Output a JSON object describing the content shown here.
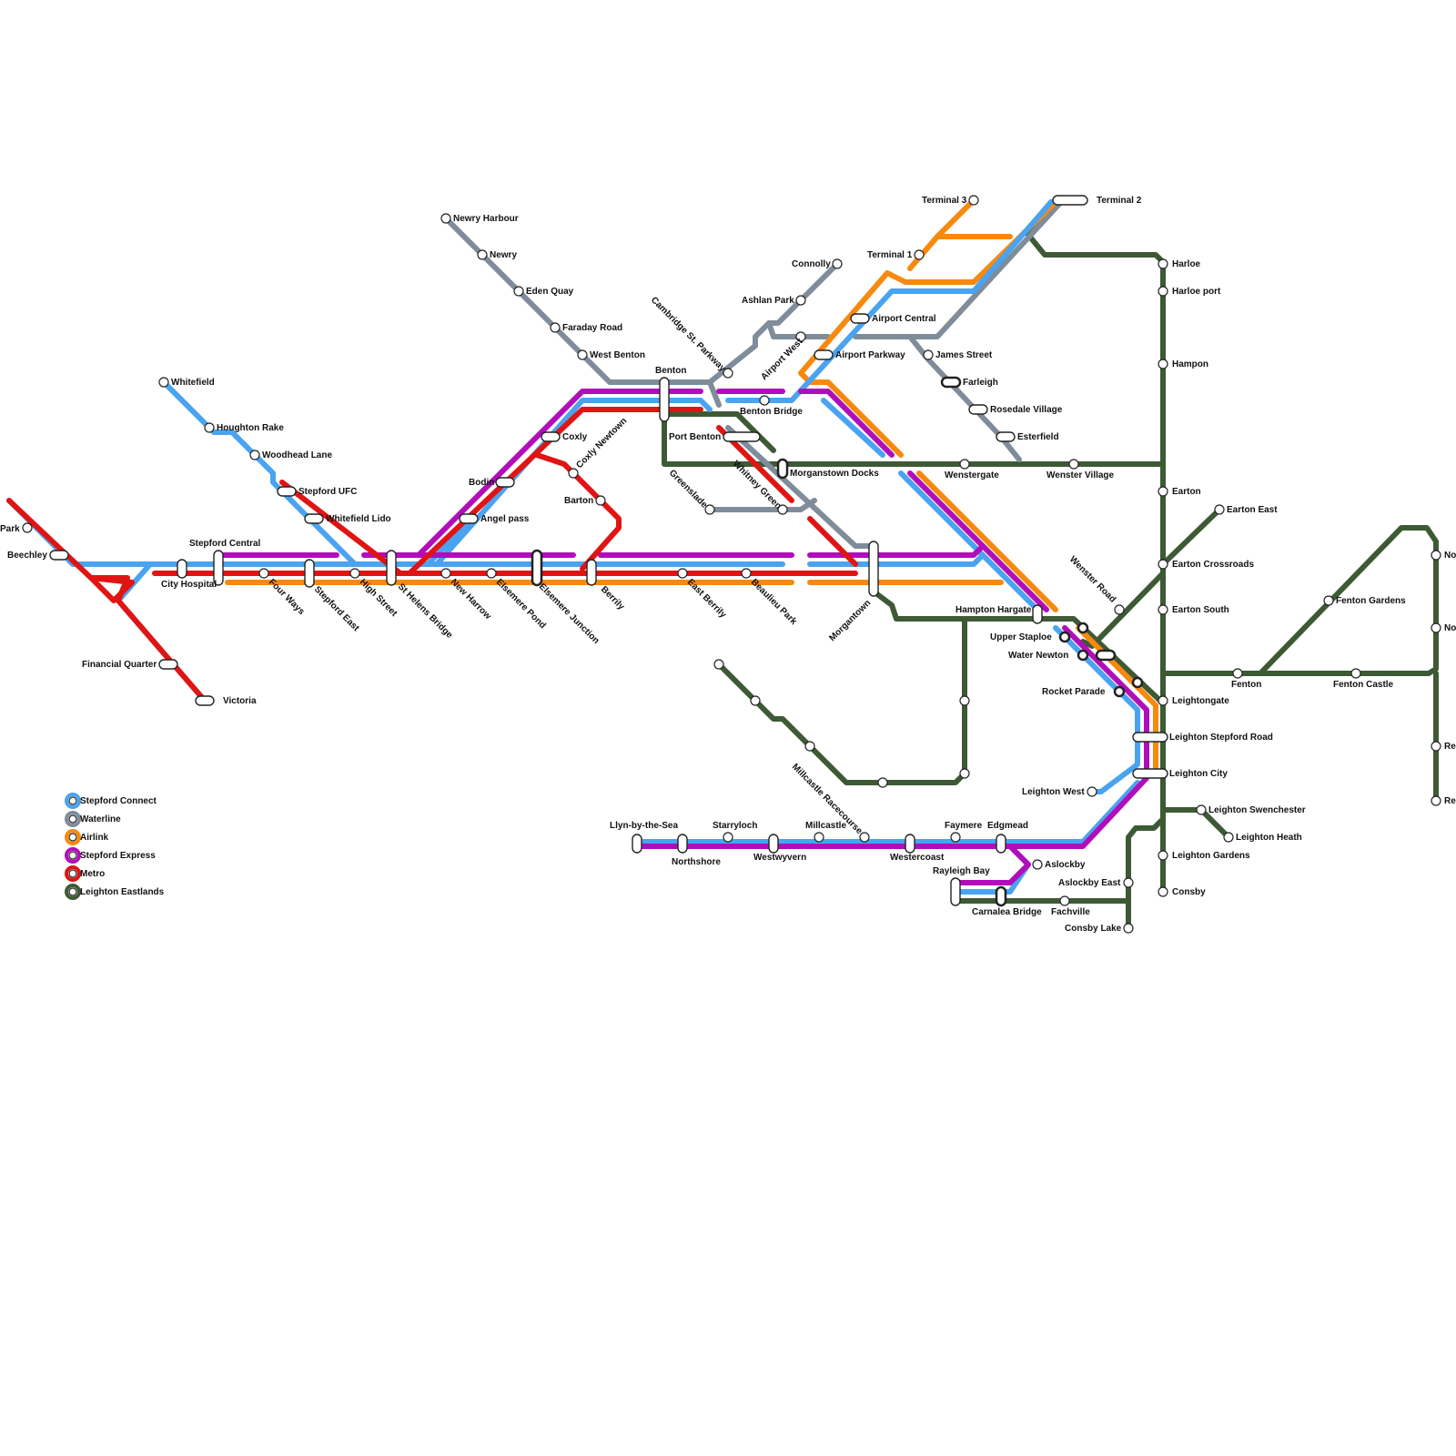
{
  "colors": {
    "stepford_connect": "#4aa3f0",
    "waterline": "#7f8c9a",
    "airlink": "#f7890f",
    "stepford_express": "#b20dbb",
    "metro": "#e11414",
    "leighton_eastlands": "#3d5a35"
  },
  "legend": [
    {
      "name": "Stepford Connect",
      "color": "#4aa3f0"
    },
    {
      "name": "Waterline",
      "color": "#7f8c9a"
    },
    {
      "name": "Airlink",
      "color": "#f7890f"
    },
    {
      "name": "Stepford Express",
      "color": "#b20dbb"
    },
    {
      "name": "Metro",
      "color": "#e11414"
    },
    {
      "name": "Leighton Eastlands",
      "color": "#3d5a35"
    }
  ],
  "stations": {
    "park": "Park",
    "beechley": "Beechley",
    "financial_quarter": "Financial Quarter",
    "victoria": "Victoria",
    "whitefield": "Whitefield",
    "houghton_rake": "Houghton Rake",
    "woodhead_lane": "Woodhead Lane",
    "stepford_ufc": "Stepford UFC",
    "whitefield_lido": "Whitefield Lido",
    "stepford_central": "Stepford Central",
    "city_hospital": "City Hospital",
    "four_ways": "Four Ways",
    "stepford_east": "Stepford East",
    "high_street": "High Street",
    "st_helens_bridge": "St Helens Bridge",
    "new_harrow": "New Harrow",
    "elsemere_pond": "Elsemere Pond",
    "elsemere_junction": "Elsemere Junction",
    "berrily": "Berrily",
    "east_berrily": "East Berrily",
    "beaulieu_park": "Beaulieu Park",
    "morgantown": "Morgantown",
    "newry_harbour": "Newry Harbour",
    "newry": "Newry",
    "eden_quay": "Eden Quay",
    "faraday_road": "Faraday Road",
    "west_benton": "West Benton",
    "benton": "Benton",
    "bodin": "Bodin",
    "angel_pass": "Angel pass",
    "coxly": "Coxly",
    "coxly_newtown": "Coxly Newtown",
    "barton": "Barton",
    "cambridge_st_parkway": "Cambridge St. Parkway",
    "benton_bridge": "Benton Bridge",
    "port_benton": "Port Benton",
    "whitney_green": "Whitney Green",
    "greenslade": "Greenslade",
    "morganstown_docks": "Morganstown Docks",
    "airport_west": "Airport West",
    "airport_parkway": "Airport Parkway",
    "airport_central": "Airport Central",
    "ashlan_park": "Ashlan Park",
    "connolly": "Connolly",
    "terminal_1": "Terminal 1",
    "terminal_2": "Terminal 2",
    "terminal_3": "Terminal 3",
    "james_street": "James Street",
    "farleigh": "Farleigh",
    "rosedale_village": "Rosedale Village",
    "esterfield": "Esterfield",
    "wenstergate": "Wenstergate",
    "wenster_village": "Wenster Village",
    "harloe": "Harloe",
    "harloe_port": "Harloe port",
    "hampon": "Hampon",
    "earton": "Earton",
    "earton_east": "Earton East",
    "earton_crossroads": "Earton Crossroads",
    "earton_south": "Earton South",
    "wenster_road": "Wenster Road",
    "hampton_hargate": "Hampton Hargate",
    "upper_staploe": "Upper Staploe",
    "water_newton": "Water Newton",
    "rocket_parade": "Rocket Parade",
    "leightongate": "Leightongate",
    "leighton_stepford_road": "Leighton Stepford Road",
    "leighton_city": "Leighton City",
    "leighton_west": "Leighton West",
    "leighton_swenchester": "Leighton Swenchester",
    "leighton_heath": "Leighton Heath",
    "leighton_gardens": "Leighton Gardens",
    "consby": "Consby",
    "fenton_gardens": "Fenton Gardens",
    "fenton": "Fenton",
    "fenton_castle": "Fenton Castle",
    "no_1": "No",
    "no_2": "No",
    "re_1": "Re",
    "re_2": "Re",
    "millcastle_racecourse": "Millcastle Racecourse",
    "llyn_by_the_sea": "Llyn-by-the-Sea",
    "northshore": "Northshore",
    "starryloch": "Starryloch",
    "westwyvern": "Westwyvern",
    "millcastle": "Millcastle",
    "westercoast": "Westercoast",
    "faymere": "Faymere",
    "edgmead": "Edgmead",
    "aslockby": "Aslockby",
    "rayleigh_bay": "Rayleigh Bay",
    "carnalea_bridge": "Carnalea Bridge",
    "fachville": "Fachville",
    "aslockby_east": "Aslockby East",
    "consby_lake": "Consby Lake"
  }
}
